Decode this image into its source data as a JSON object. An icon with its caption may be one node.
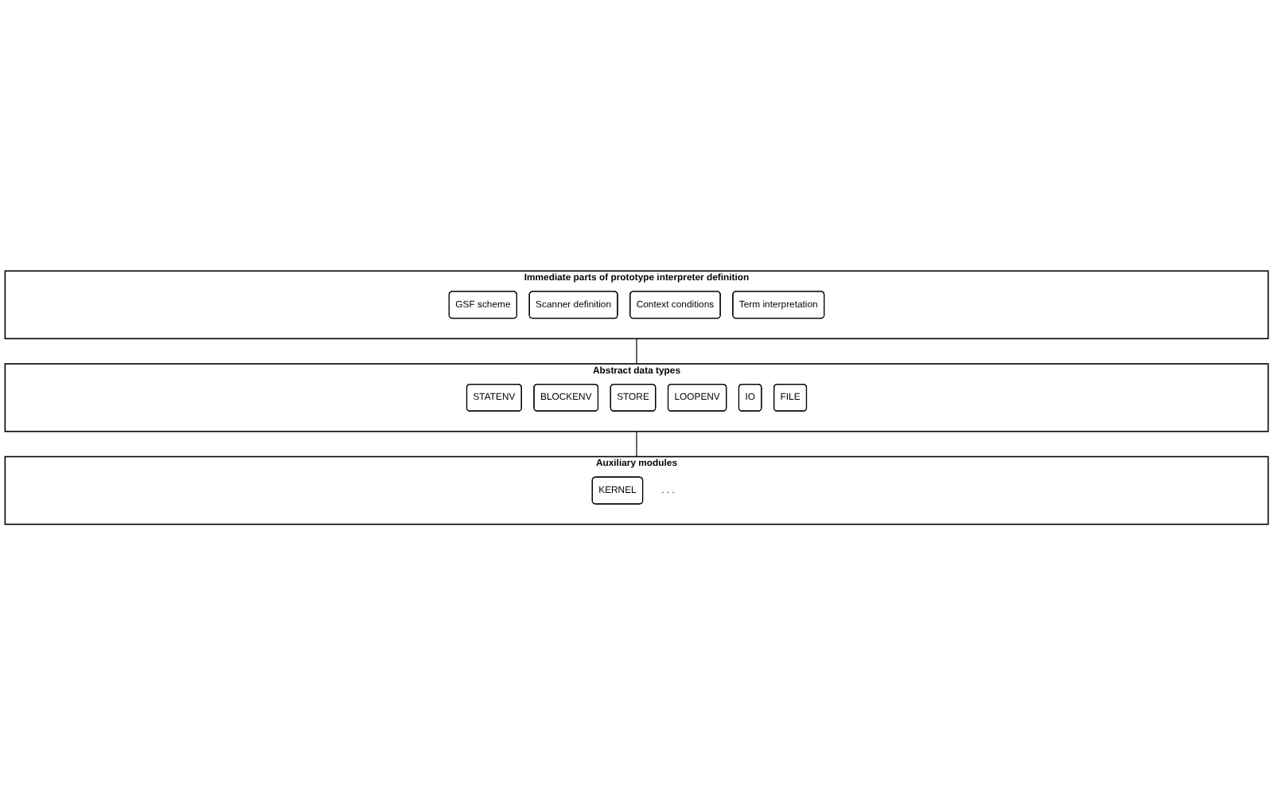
{
  "diagram": {
    "nodes": [
      {
        "text": [
          "Immediate parts of prototype interpreter definition"
        ]
      },
      {
        "text": [
          "GSF scheme"
        ],
        "in": 0
      },
      {
        "text": [
          "Scanner definition"
        ],
        "in": 0
      },
      {
        "text": [
          "Context conditions"
        ],
        "in": 0
      },
      {
        "text": [
          "Term interpretation"
        ],
        "in": 0
      },
      {
        "text": [
          "Abstract data types"
        ]
      },
      {
        "text": [
          "STATENV"
        ],
        "in": 5
      },
      {
        "text": [
          "BLOCKENV"
        ],
        "in": 5
      },
      {
        "text": [
          "STORE"
        ],
        "in": 5
      },
      {
        "text": [
          "LOOPENV"
        ],
        "in": 5
      },
      {
        "text": [
          "IO"
        ],
        "in": 5
      },
      {
        "text": [
          "FILE"
        ],
        "in": 5
      },
      {
        "text": [
          "Auxiliary modules"
        ]
      },
      {
        "text": [
          "KERNEL"
        ],
        "in": 12
      },
      {
        "text": [
          ". . ."
        ],
        "in": 12
      }
    ],
    "edges": [
      {
        "from": 0,
        "to": 5,
        "arrow": "none"
      },
      {
        "from": 5,
        "to": 12,
        "arrow": "none"
      }
    ]
  }
}
